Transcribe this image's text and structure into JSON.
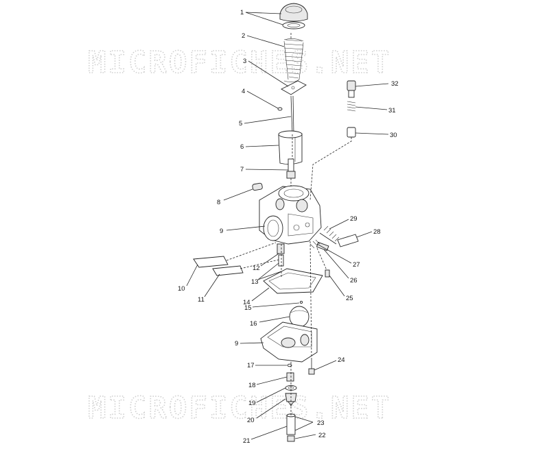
{
  "watermark": {
    "top": "MICROFICHES.NET",
    "bottom": "MICROFICHES.NET"
  },
  "callouts": [
    {
      "id": "1",
      "text": "1"
    },
    {
      "id": "2",
      "text": "2"
    },
    {
      "id": "3",
      "text": "3"
    },
    {
      "id": "4",
      "text": "4"
    },
    {
      "id": "5",
      "text": "5"
    },
    {
      "id": "6",
      "text": "6"
    },
    {
      "id": "7",
      "text": "7"
    },
    {
      "id": "8",
      "text": "8"
    },
    {
      "id": "9a",
      "text": "9"
    },
    {
      "id": "9b",
      "text": "9"
    },
    {
      "id": "10",
      "text": "10"
    },
    {
      "id": "11",
      "text": "11"
    },
    {
      "id": "12",
      "text": "12"
    },
    {
      "id": "13",
      "text": "13"
    },
    {
      "id": "14",
      "text": "14"
    },
    {
      "id": "15",
      "text": "15"
    },
    {
      "id": "16",
      "text": "16"
    },
    {
      "id": "17",
      "text": "17"
    },
    {
      "id": "18",
      "text": "18"
    },
    {
      "id": "19",
      "text": "19"
    },
    {
      "id": "20",
      "text": "20"
    },
    {
      "id": "21",
      "text": "21"
    },
    {
      "id": "22",
      "text": "22"
    },
    {
      "id": "23",
      "text": "23"
    },
    {
      "id": "24",
      "text": "24"
    },
    {
      "id": "25",
      "text": "25"
    },
    {
      "id": "26",
      "text": "26"
    },
    {
      "id": "27",
      "text": "27"
    },
    {
      "id": "28",
      "text": "28"
    },
    {
      "id": "29",
      "text": "29"
    },
    {
      "id": "30",
      "text": "30"
    },
    {
      "id": "31",
      "text": "31"
    },
    {
      "id": "32",
      "text": "32"
    }
  ]
}
